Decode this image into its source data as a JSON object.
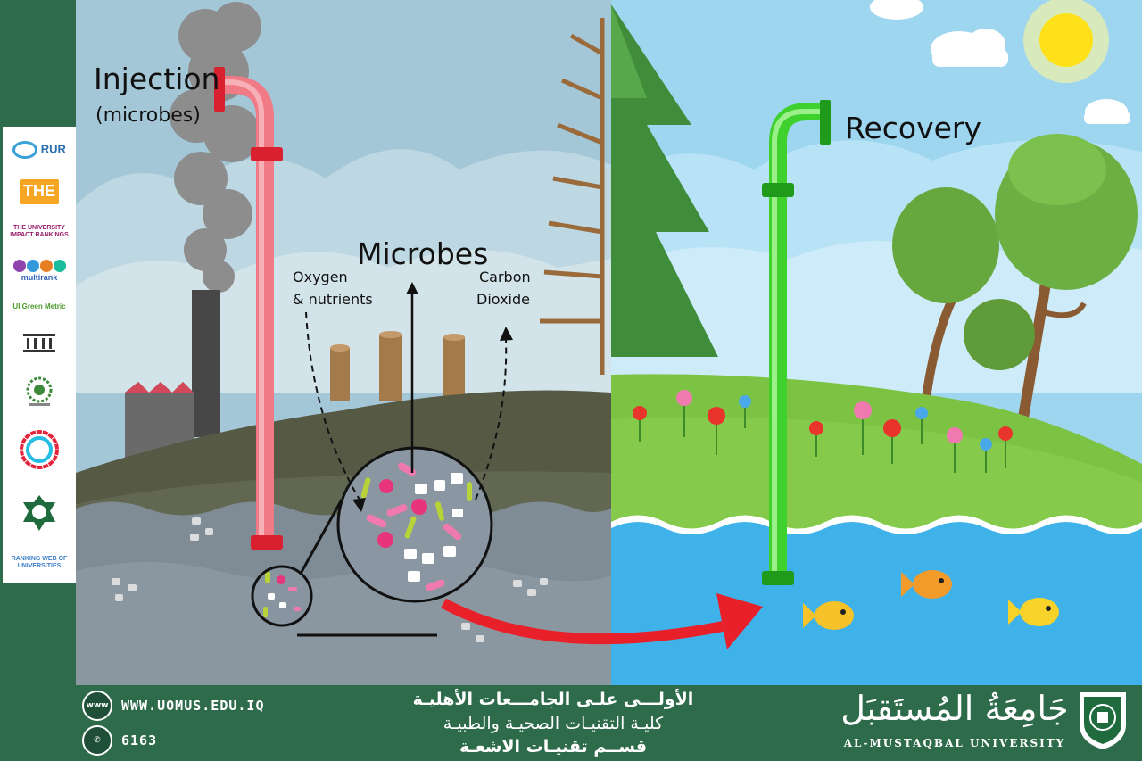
{
  "diagram": {
    "labels": {
      "injection": "Injection",
      "injection_sub": "(microbes)",
      "microbes": "Microbes",
      "oxygen_line1": "Oxygen",
      "oxygen_line2": "& nutrients",
      "carbon_line1": "Carbon",
      "carbon_line2": "Dioxide",
      "recovery": "Recovery"
    },
    "colors": {
      "injection_pipe": "#f07a86",
      "recovery_pipe": "#3fd12e",
      "arrow": "#e8202a",
      "water_polluted": "#7f8c96",
      "water_clean": "#3fb2ea",
      "sky_left": "#9cc3d6",
      "sky_right": "#aee0f5",
      "grass": "#7cc344",
      "soil": "#555a45"
    }
  },
  "rankings": {
    "logos": [
      {
        "name": "rur-logo",
        "text": "RUR"
      },
      {
        "name": "the-logo",
        "text": "THE"
      },
      {
        "name": "the-impact-logo",
        "text": "THE UNIVERSITY IMPACT RANKINGS"
      },
      {
        "name": "multirank-logo",
        "text": "multirank"
      },
      {
        "name": "ui-greenmetric-logo",
        "text": "UI Green Metric"
      },
      {
        "name": "institution-logo",
        "text": ""
      },
      {
        "name": "arab-ranking-logo",
        "text": ""
      },
      {
        "name": "sdg-logo",
        "text": ""
      },
      {
        "name": "arab-engineers-logo",
        "text": ""
      },
      {
        "name": "webometrics-logo",
        "text": "RANKING WEB OF UNIVERSITIES"
      }
    ]
  },
  "footer": {
    "website_icon": "www",
    "website": "WWW.UOMUS.EDU.IQ",
    "phone": "6163",
    "line1": "الأولـــى علـى الجامـــعات الأهليـة",
    "line2": "كليـة التقنيـات الصحيـة والطبيـة",
    "line3": "قســم تقنيـات الاشعـة",
    "university_ar": "جَامِعَةُ المُستَقبَل",
    "university_en": "AL-MUSTAQBAL UNIVERSITY"
  }
}
